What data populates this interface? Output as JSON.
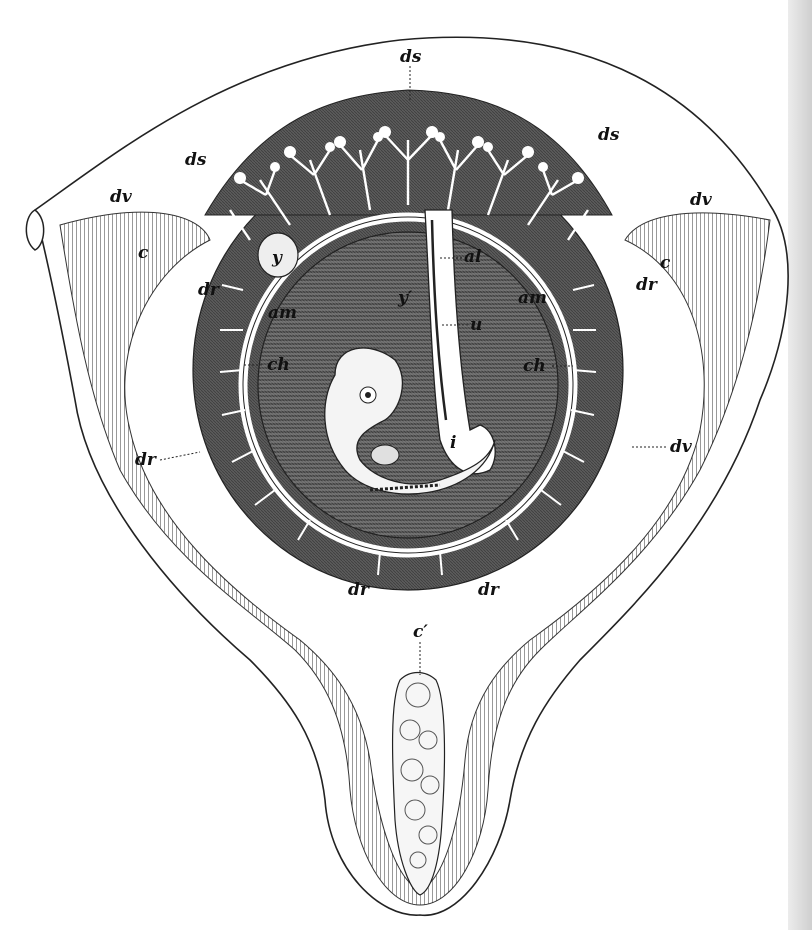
{
  "labels": {
    "ds_top": "ds",
    "ds_left": "ds",
    "ds_right": "ds",
    "dv_left": "dv",
    "dv_right": "dv",
    "dv_lower_right": "dv",
    "c_left": "c",
    "c_right": "c",
    "c_prime": "c′",
    "y": "y",
    "y_prime": "y′",
    "al": "al",
    "u": "u",
    "am_left": "am",
    "am_right": "am",
    "dr_left": "dr",
    "dr_right": "dr",
    "dr_lower_left": "dr",
    "dr_bottom_left": "dr",
    "dr_bottom_right": "dr",
    "ch_left": "ch",
    "ch_right": "ch",
    "i": "i"
  }
}
